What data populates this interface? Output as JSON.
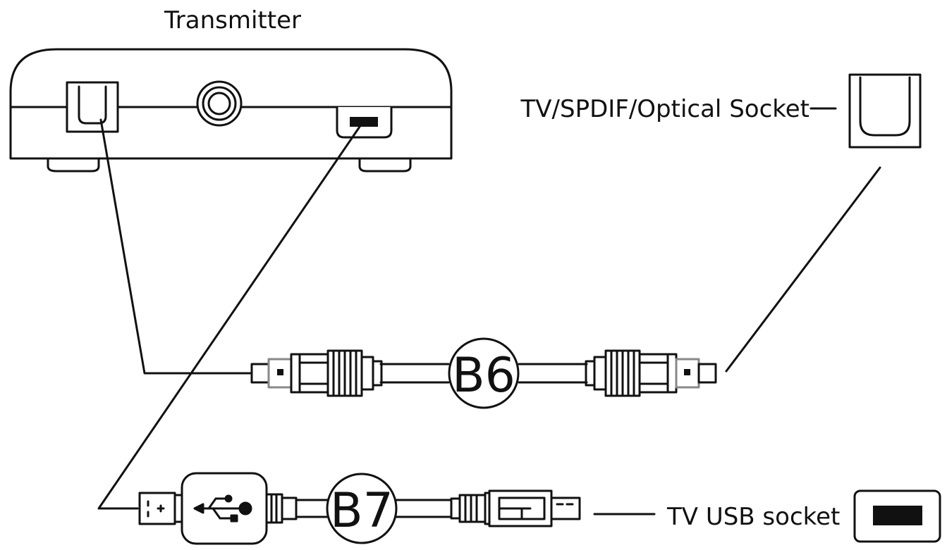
{
  "labels": {
    "transmitter": "Transmitter",
    "optical_socket": "TV/SPDIF/Optical Socket",
    "usb_socket": "TV USB socket",
    "optical_cable": "B6",
    "usb_cable": "B7"
  },
  "icons": {
    "optical_port": "optical-toslink-port-icon",
    "power_port": "round-power-jack-icon",
    "usb_port": "usb-slot-icon",
    "usb_symbol": "usb-trident-icon"
  }
}
